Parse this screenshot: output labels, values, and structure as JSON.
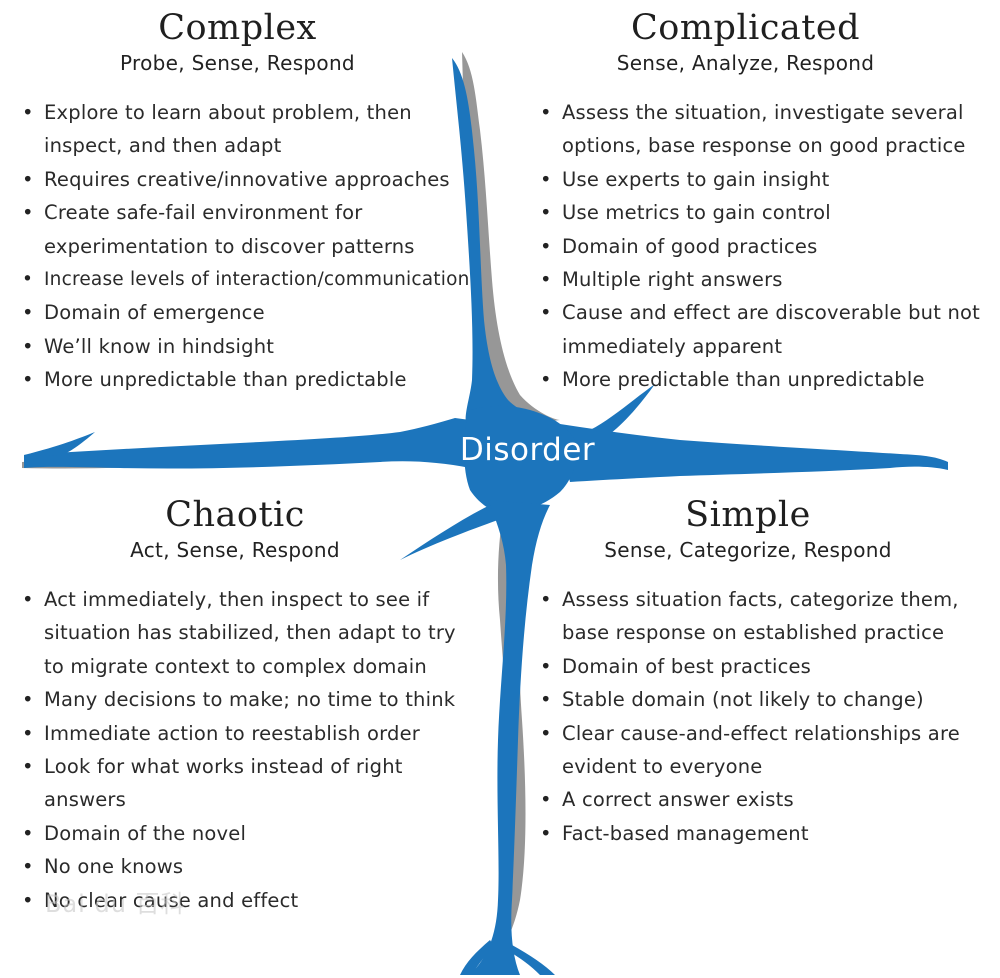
{
  "quadrants": {
    "complex": {
      "title": "Complex",
      "subtitle": "Probe, Sense, Respond",
      "items": [
        "Explore to learn about problem, then inspect, and then adapt",
        "Requires creative/innovative approaches",
        "Create safe-fail environment for experimentation to discover patterns",
        "Increase levels of interaction/communication",
        "Domain of emergence",
        "We’ll know in hindsight",
        "More unpredictable than predictable"
      ]
    },
    "complicated": {
      "title": "Complicated",
      "subtitle": "Sense, Analyze, Respond",
      "items": [
        "Assess the situation, investigate several options, base response on good practice",
        "Use experts to gain insight",
        "Use metrics to gain control",
        "Domain of good practices",
        "Multiple right answers",
        "Cause and effect are discoverable but not immediately apparent",
        "More predictable than unpredictable"
      ]
    },
    "chaotic": {
      "title": "Chaotic",
      "subtitle": "Act, Sense, Respond",
      "items": [
        "Act immediately, then inspect to see if situation has stabilized, then adapt to try to migrate context to complex domain",
        "Many decisions to make; no time to think",
        "Immediate action to reestablish order",
        "Look for what works instead of right answers",
        "Domain of the novel",
        "No one knows",
        "No clear cause and effect"
      ]
    },
    "simple": {
      "title": "Simple",
      "subtitle": "Sense, Categorize, Respond",
      "items": [
        "Assess situation facts, categorize them, base response on established practice",
        "Domain of best practices",
        "Stable domain (not likely to change)",
        "Clear cause-and-effect relationships are evident to everyone",
        "A correct answer exists",
        "Fact-based management"
      ]
    }
  },
  "center": {
    "label": "Disorder"
  },
  "watermark": "Bai du 百科",
  "colors": {
    "accent": "#1c75bc",
    "shadow": "#8a8a8a",
    "text": "#2b2b2b"
  }
}
